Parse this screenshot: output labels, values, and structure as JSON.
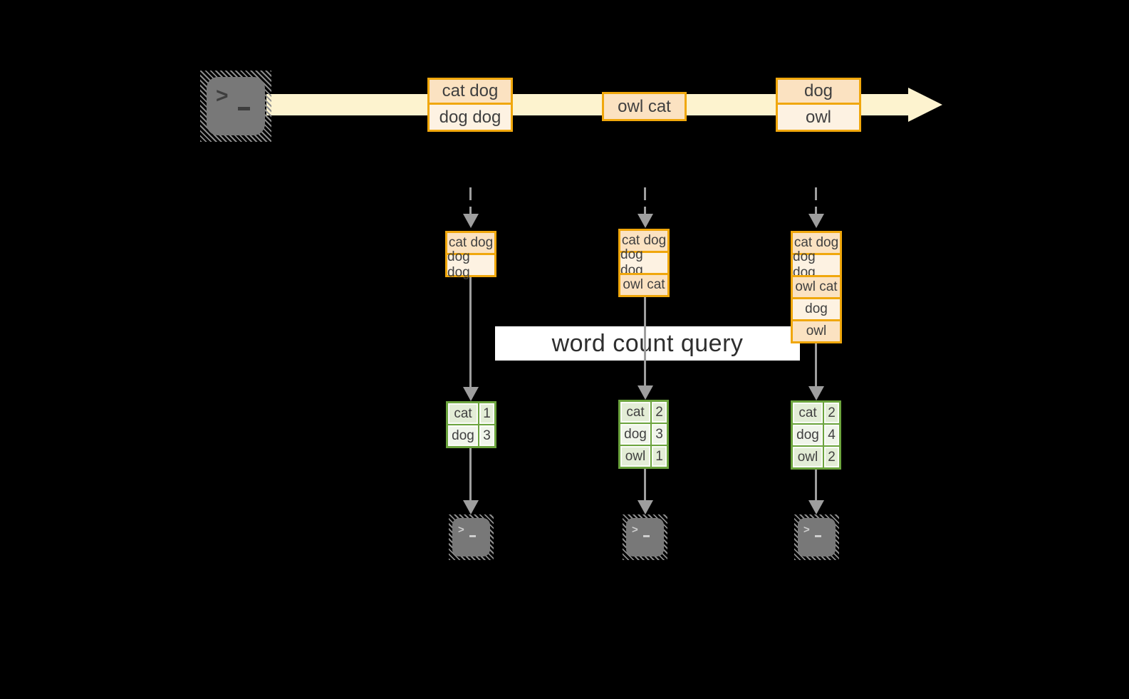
{
  "query_label": "word count query",
  "icons": {
    "terminal_prompt_glyph": ">"
  },
  "colors": {
    "background": "#000000",
    "stream_band": "#FDF3CF",
    "batch_border_gold": "#F0A70C",
    "batch_fill_dark": "#FBE2C1",
    "batch_fill_light": "#FDF2E2",
    "table_border_green": "#6CA43E",
    "table_cell_dark": "#E3EDD6",
    "table_cell_light": "#F0F5EA",
    "arrow_gray": "#9E9E9E",
    "terminal_gray": "#787878",
    "query_band_bg": "#FFFFFF",
    "query_text": "#2E2E2E"
  },
  "stream": {
    "batches": [
      {
        "lines": [
          "cat dog",
          "dog dog"
        ]
      },
      {
        "lines": [
          "owl cat"
        ]
      },
      {
        "lines": [
          "dog",
          "owl"
        ]
      }
    ]
  },
  "columns": [
    {
      "state": [
        "cat dog",
        "dog dog"
      ],
      "counts": [
        {
          "word": "cat",
          "count": "1"
        },
        {
          "word": "dog",
          "count": "3"
        }
      ]
    },
    {
      "state": [
        "cat dog",
        "dog dog",
        "owl cat"
      ],
      "counts": [
        {
          "word": "cat",
          "count": "2"
        },
        {
          "word": "dog",
          "count": "3"
        },
        {
          "word": "owl",
          "count": "1"
        }
      ]
    },
    {
      "state": [
        "cat dog",
        "dog dog",
        "owl cat",
        "dog",
        "owl"
      ],
      "counts": [
        {
          "word": "cat",
          "count": "2"
        },
        {
          "word": "dog",
          "count": "4"
        },
        {
          "word": "owl",
          "count": "2"
        }
      ]
    }
  ]
}
